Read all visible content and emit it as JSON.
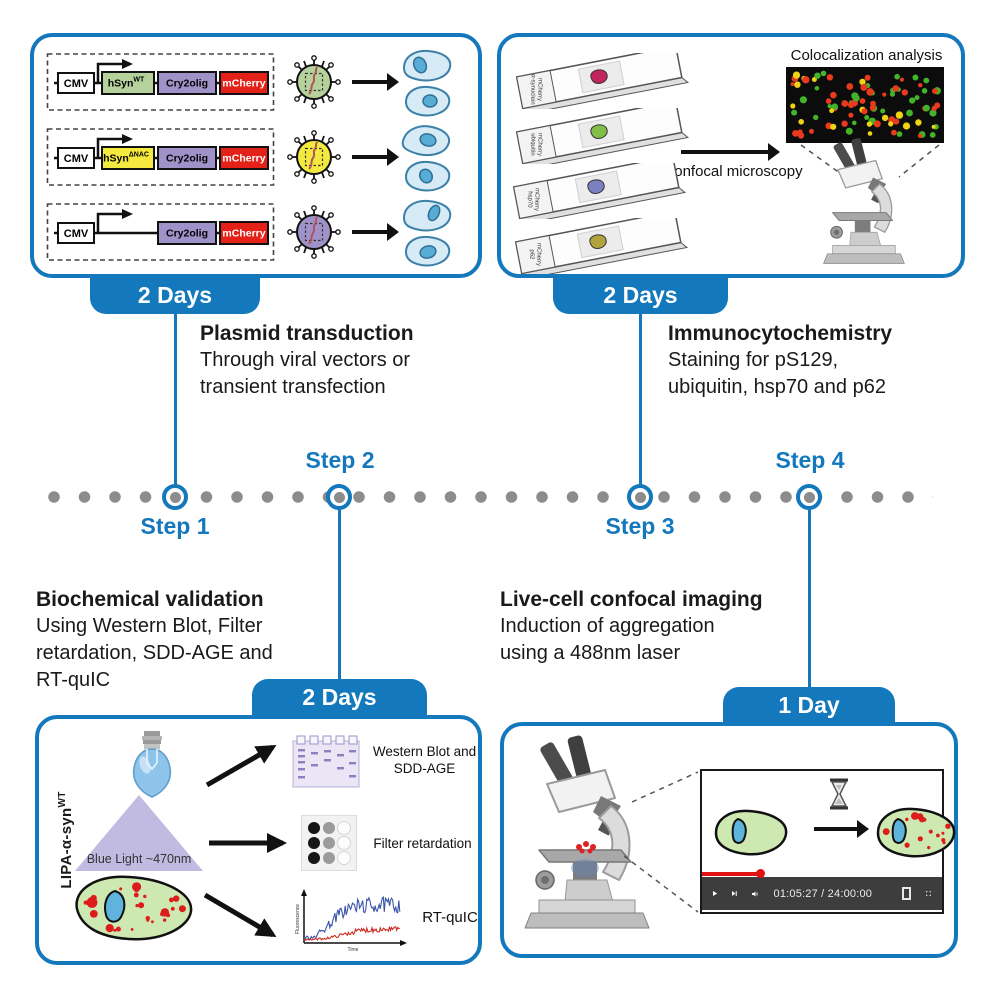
{
  "accent": "#1478bd",
  "timeline": {
    "steps": [
      {
        "label": "Step 1"
      },
      {
        "label": "Step 2"
      },
      {
        "label": "Step 3"
      },
      {
        "label": "Step 4"
      }
    ]
  },
  "step1": {
    "badge": "2 Days",
    "title": "Plasmid transduction",
    "desc1": "Through viral vectors or",
    "desc2": "transient transfection",
    "promoter_label": "CMV",
    "cry2olig_label": "Cry2olig",
    "mcherry_label": "mCherry",
    "colors": {
      "cry2olig": "#9e92c9",
      "mcherry": "#e32119"
    },
    "constructs": [
      {
        "gene": "hSyn",
        "gene_sup": "WT",
        "gene_color": "#b6d29c",
        "virus_color": "#b6d29c"
      },
      {
        "gene": "hSyn",
        "gene_sup": "ΔNAC",
        "gene_color": "#f3e93f",
        "virus_color": "#f3e93f"
      },
      {
        "gene": "",
        "gene_sup": "",
        "gene_color": "",
        "virus_color": "#9e92c9"
      }
    ]
  },
  "step2": {
    "badge": "2 Days",
    "title": "Biochemical validation",
    "desc1": "Using Western Blot, Filter",
    "desc2": "retardation, SDD-AGE and",
    "desc3": "RT-quIC",
    "side_label": "LIPA-α-syn",
    "side_label_sup": "WT",
    "light_label": "Blue Light ~470nm",
    "assay1_line1": "Western Blot and",
    "assay1_line2": "SDD-AGE",
    "assay2": "Filter retardation",
    "assay3": "RT-quIC",
    "plot_ylabel": "Fluorescence",
    "plot_xlabel": "Time"
  },
  "step3": {
    "badge": "2 Days",
    "title": "Immunocytochemistry",
    "desc1": "Staining for pS129,",
    "desc2": "ubiquitin, hsp70 and p62",
    "arrow_label": "Confocal microscopy",
    "panel_title": "Colocalization analysis",
    "slides": [
      {
        "line1": "mCherry",
        "line2": "α-synuclein",
        "color": "#c2255c"
      },
      {
        "line1": "mCherry",
        "line2": "ubiquitin",
        "color": "#82bf4a"
      },
      {
        "line1": "mCherry",
        "line2": "hsp70",
        "color": "#7b80c0"
      },
      {
        "line1": "mCherry",
        "line2": "p62",
        "color": "#b3a33c"
      }
    ]
  },
  "step4": {
    "badge": "1 Day",
    "title": "Live-cell confocal imaging",
    "desc1": "Induction of aggregation",
    "desc2": "using a 488nm laser",
    "video_time": "01:05:27 / 24:00:00"
  },
  "decor": {
    "seed": 7,
    "coloc_count": 95,
    "coloc_colors": [
      "#e83a1d",
      "#43b32a",
      "#f0d414"
    ],
    "aggregate_color": "#dd1c1c"
  }
}
